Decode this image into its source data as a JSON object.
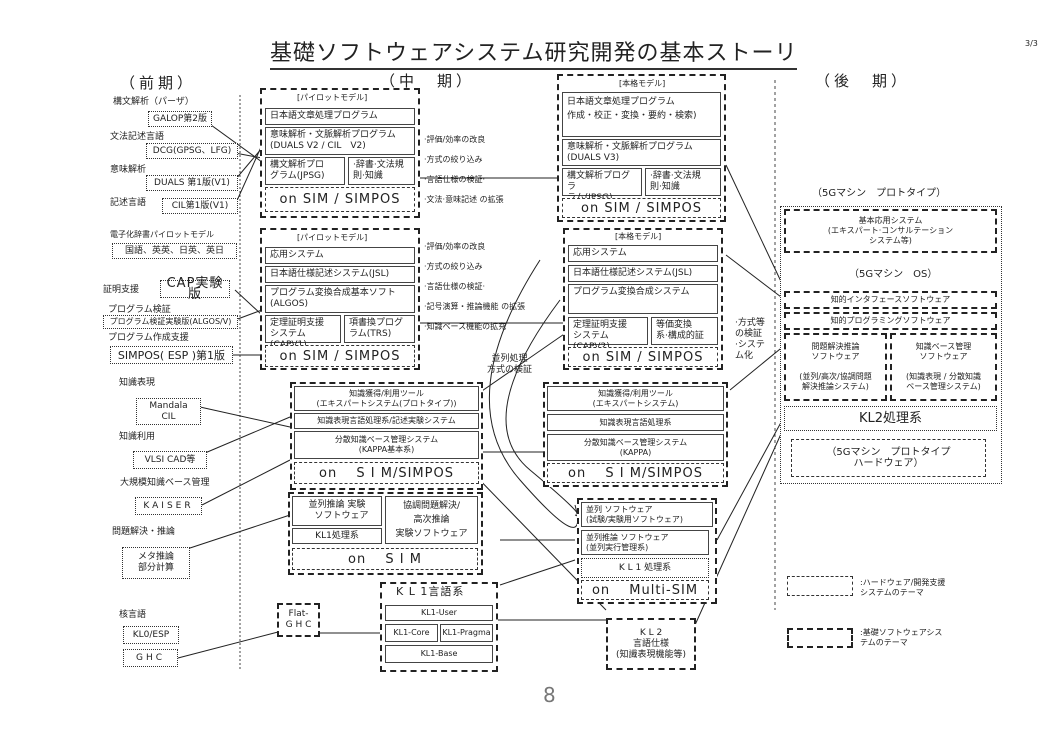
{
  "title": "基礎ソフトウェアシステム研究開発の基本ストーリ",
  "page_ref": "3/3",
  "page_number": "8",
  "phases": {
    "early": "（前期）",
    "mid": "（中　期）",
    "late": "（後　期）"
  },
  "early": {
    "items": [
      {
        "label": "構文解析（パーザ）",
        "box": "GALOP第2版"
      },
      {
        "label": "文法記述言語",
        "box": "DCG(GPSG、LFG)"
      },
      {
        "label": "意味解析",
        "box": "DUALS 第1版(V1)"
      },
      {
        "label": "記述言語",
        "box": "CIL第1版(V1)"
      },
      {
        "label": "電子化辞書パイロットモデル",
        "box": "国語、英英、日英、英日"
      },
      {
        "label": "証明支援",
        "box": "CAP実験版"
      },
      {
        "label": "プログラム検証",
        "box": "プログラム検証実験版(ALGOS/V)"
      },
      {
        "label": "プログラム作成支援",
        "box": "SIMPOS( ESP )第1版"
      },
      {
        "label": "知識表現",
        "box": "Mandala\nCIL"
      },
      {
        "label": "知識利用",
        "box": "VLSI CAD等"
      },
      {
        "label": "大規模知識ベース管理",
        "box": "KAISER"
      },
      {
        "label": "問題解決・推論",
        "box": "メタ推論\n部分計算"
      },
      {
        "label": "核言語",
        "box": "KL0/ESP"
      },
      {
        "label": "",
        "box": "GHC"
      }
    ]
  },
  "mid": {
    "pilot1": {
      "header": "[パイロットモデル]",
      "rows": [
        "日本語文章処理プログラム",
        "意味解析・文脈解析プログラム\n(DUALS V2 / CIL　V2)"
      ],
      "split": [
        "構文解析プロ\nグラム(JPSG)",
        "·辞書·文法規\n則·知識"
      ],
      "base": "on  SIM / SIMPOS"
    },
    "notes1": [
      "·評価/効率の改良",
      "·方式の絞り込み",
      "·言語仕様の検証·",
      "·文法·意味記述 の拡張"
    ],
    "pilot2": {
      "header": "[パイロットモデル]",
      "rows": [
        "応用システム",
        "日本語仕様記述システム(JSL)",
        "プログラム変換合成基本ソフト\n(ALGOS)"
      ],
      "split": [
        "定理証明支援\nシステム(CAPV1)",
        "項書換プログ\nラム(TRS)"
      ],
      "base": "on  SIM / SIMPOS"
    },
    "notes2": [
      "·評価/効率の改良",
      "·方式の絞り込み",
      "·言語仕様の検証·",
      "·記号演算・推論機能 の拡張",
      "·知識ベース機能の拡充"
    ],
    "parallel_note": "並列処理\n方式の検証",
    "kb": {
      "rows": [
        "知識獲得/利用ツール\n(エキスパートシステム(プロトタイプ))",
        "知識表現言語処理系/記述実験システム",
        "分散知識ベース管理システム\n(KAPPA基本系)"
      ],
      "base": "on　 S I M/SIMPOS"
    },
    "par": {
      "left": [
        "並列推論 実験\n　ソフトウェア",
        "KL1処理系"
      ],
      "right": "協調問題解決/\n高次推論\n実験ソフトウェア",
      "base": "on　 S I M"
    },
    "flat_ghc": "Flat-\nG H C",
    "kl1": {
      "header": "K L 1言語系",
      "user": "KL1-User",
      "core": "KL1-Core",
      "pragma": "KL1-Pragma",
      "base": "KL1-Base"
    }
  },
  "full": {
    "model1": {
      "header": "[本格モデル]",
      "rows": [
        "日本語文章処理プログラム\n作成・校正・変換・要約・検索)",
        "意味解析・文脈解析プログラム\n(DUALS V3)"
      ],
      "split": [
        "構文解析プログラ\nラム(JPSG)",
        "·辞書·文法規\n則·知識"
      ],
      "base": "on  SIM / SIMPOS"
    },
    "model2": {
      "header": "[本格モデル]",
      "rows": [
        "応用システム",
        "日本語仕様記述システム(JSL)",
        "プログラム変換合成システム"
      ],
      "split": [
        "定理証明支援\nシステム(CAPV2)",
        "等価変換\n系·構成的証"
      ],
      "base": "on  SIM / SIMPOS"
    },
    "sys_note": "·方式等\nの検証\n·システ\nム化",
    "kb": {
      "rows": [
        "知識獲得/利用ツール\n(エキスパートシステム)",
        "知識表現言語処理系",
        "分散知識ベース管理システム\n(KAPPA)"
      ],
      "base": "on　 S I M/SIMPOS"
    },
    "par": {
      "rows": [
        "並列 ソフトウェア\n(試験/実験用ソフトウェア)",
        "並列推論 ソフトウェア\n(並列実行管理系)",
        "K L 1 処理系"
      ],
      "base": "on　 Multi-SIM"
    },
    "kl2": "K L 2\n言語仕様\n(知識表現機能等)"
  },
  "late": {
    "header": "（5Gマシン　プロトタイプ）",
    "app": "基本応用システム\n(エキスパート·コンサルテーション\nシステム等)",
    "os": "（5Gマシン　OS）",
    "interface": "知的インタフェースソフトウェア",
    "programming": "知的プログラミングソフトウェア",
    "problem": "問題解決推論\nソフトウェア\n\n(並列/高次/協調問題\n解決推論システム)",
    "kbm": "知識ベース管理\nソフトウェア\n\n(知識表現 / 分散知識\nベース管理システム)",
    "kl2": "KL2処理系",
    "hw": "（5Gマシン　プロトタイプ\nハードウェア）"
  },
  "legend": [
    {
      "style": "dashed",
      "text": ":ハードウェア/開発支援\nシステムのテーマ"
    },
    {
      "style": "dash-dot",
      "text": ":基礎ソフトウェアシス\nテムのテーマ"
    }
  ]
}
